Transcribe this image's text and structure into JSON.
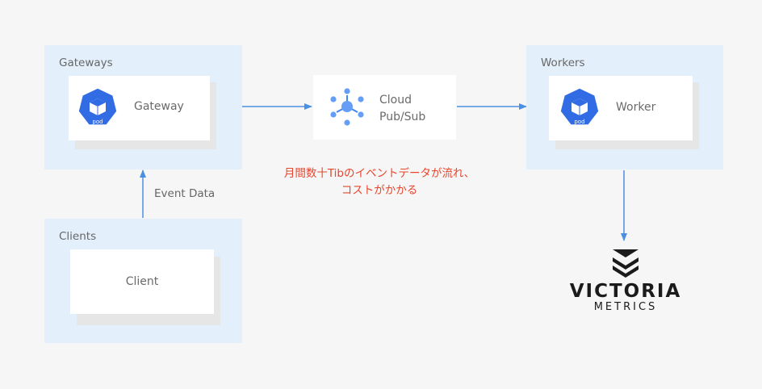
{
  "groups": {
    "gateways": {
      "label": "Gateways",
      "card_label": "Gateway",
      "icon": "kubernetes-pod-icon",
      "icon_text": "pod"
    },
    "clients": {
      "label": "Clients",
      "card_label": "Client"
    },
    "workers": {
      "label": "Workers",
      "card_label": "Worker",
      "icon": "kubernetes-pod-icon",
      "icon_text": "pod"
    }
  },
  "pubsub": {
    "line1": "Cloud",
    "line2": "Pub/Sub",
    "icon": "cloud-pubsub-icon"
  },
  "edges": {
    "client_to_gateway": "Event Data"
  },
  "annotation": {
    "line1": "月間数十Tibのイベントデータが流れ、",
    "line2": "コストがかかる"
  },
  "victoria_metrics": {
    "word": "VICTORIA",
    "sub": "METRICS",
    "icon": "victoria-metrics-logo"
  },
  "colors": {
    "group_bg": "#e3f0fc",
    "arrow": "#4a90e2",
    "pod_blue": "#326ce5",
    "annotation": "#e8452c",
    "pubsub_blue": "#669df6"
  }
}
